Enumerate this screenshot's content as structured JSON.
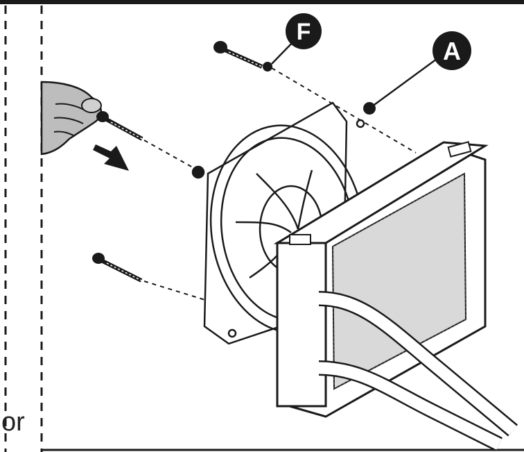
{
  "callouts": {
    "screw_label": "F",
    "radiator_label": "A"
  },
  "side_text": "or",
  "colors": {
    "ink": "#1a1a1a",
    "paper": "#ffffff",
    "glove": "#bdbdbd"
  },
  "icons": [
    "hand-glove-icon",
    "screwdriver-arrow-icon",
    "screw-icon",
    "fan-icon",
    "radiator-icon"
  ]
}
